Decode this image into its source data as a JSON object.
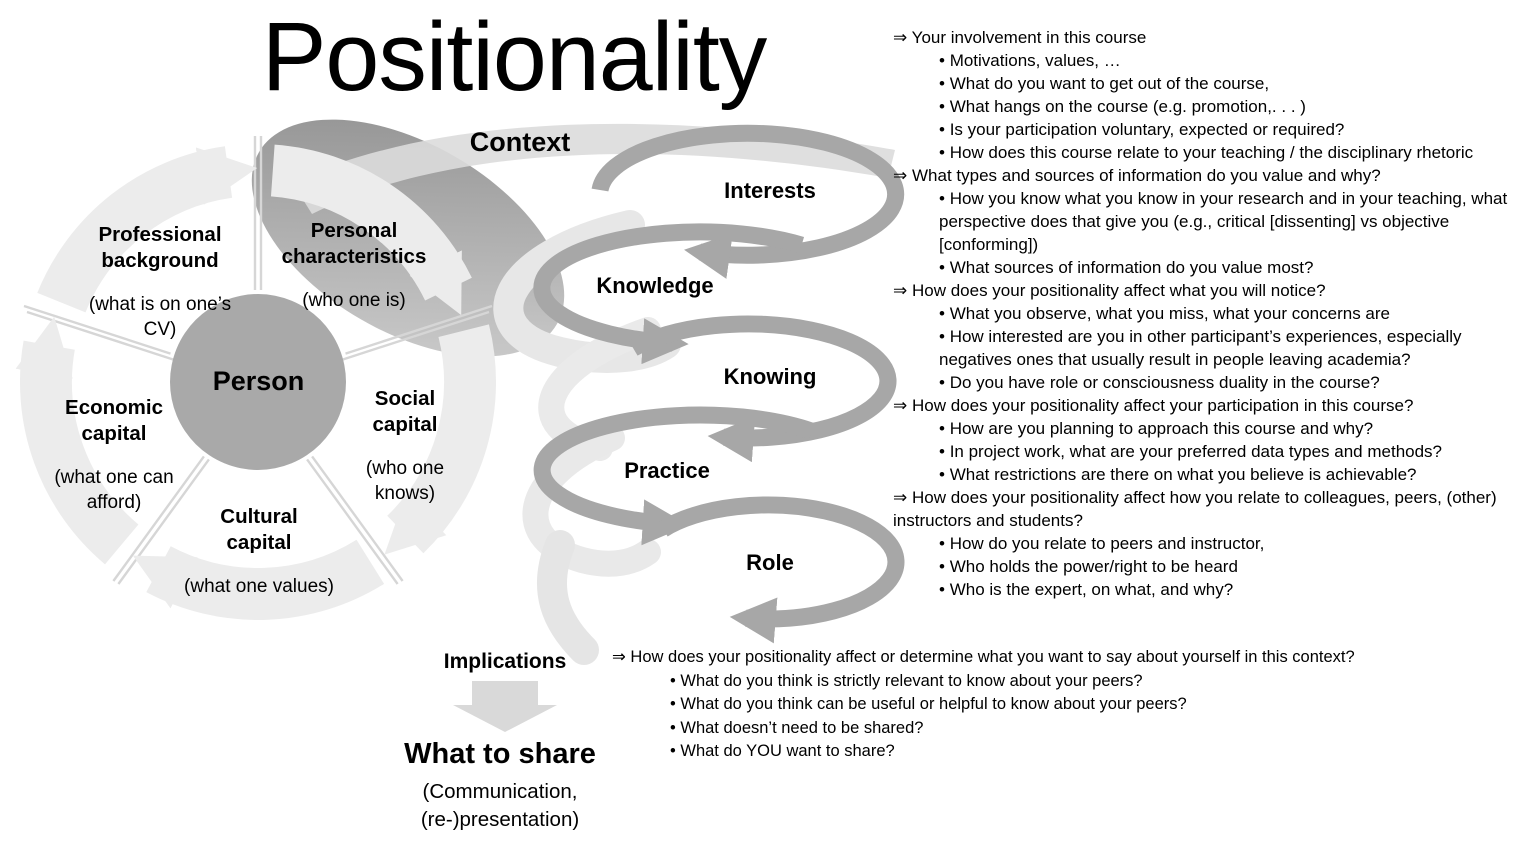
{
  "title": "Positionality",
  "glyphs": {
    "section_arrow": "⇒",
    "bullet": "•"
  },
  "colors": {
    "spiral_gray": "#a7a7a7",
    "ring_gray": "#ececec",
    "person_circle_gray": "#a9a9a9",
    "funnel_band_gray": "#dcdcdc",
    "funnel_light_gray": "#e9e9e9",
    "block_arrow_gray": "#d9d9d9",
    "text_black": "#000000"
  },
  "wheel": {
    "center_label": "Person",
    "segments": [
      {
        "title": "Professional\nbackground",
        "subtitle": "(what is on one’s\nCV)"
      },
      {
        "title": "Personal\ncharacteristics",
        "subtitle": "(who one is)"
      },
      {
        "title": "Social\ncapital",
        "subtitle": "(who one\nknows)"
      },
      {
        "title": "Cultural\ncapital",
        "subtitle": "(what one values)"
      },
      {
        "title": "Economic\ncapital",
        "subtitle": "(what one can\nafford)"
      }
    ]
  },
  "funnel": {
    "context_label": "Context",
    "levels": [
      {
        "label": "Interests"
      },
      {
        "label": "Knowledge"
      },
      {
        "label": "Knowing"
      },
      {
        "label": "Practice"
      },
      {
        "label": "Role"
      }
    ]
  },
  "implications": {
    "label": "Implications",
    "share_title": "What to share",
    "share_subtitle": "(Communication,\n(re-)presentation)"
  },
  "right_column": {
    "sections": [
      {
        "heading": "Your involvement in this course",
        "bullets": [
          "Motivations, values, …",
          "What do you want to get out of the course,",
          "What hangs on the course (e.g. promotion,. . . )",
          "Is your participation voluntary, expected or required?",
          "How does this course relate to your teaching / the disciplinary rhetoric"
        ]
      },
      {
        "heading": "What types and sources of information do you value and why?",
        "bullets": [
          "How you know what you know in your research and in your teaching, what perspective does that give you (e.g., critical [dissenting] vs objective [conforming])",
          "What sources of information do you value most?"
        ]
      },
      {
        "heading": "How does your positionality affect what you will notice?",
        "bullets": [
          "What you observe, what you miss, what your concerns are",
          "How interested are you in other participant’s experiences, especially negatives ones that usually result in people leaving academia?",
          "Do you have role or consciousness duality in the course?"
        ]
      },
      {
        "heading": "How does your positionality affect your participation in this course?",
        "bullets": [
          "How are you planning to approach this course and why?",
          "In project work, what are your preferred data types and methods?",
          "What restrictions are there on what you believe is achievable?"
        ]
      },
      {
        "heading": "How does your positionality affect how you relate to colleagues, peers, (other) instructors and students?",
        "bullets": [
          "How do you relate to peers and instructor,",
          "Who holds the power/right to be heard",
          "Who is the expert, on what, and why?"
        ]
      }
    ]
  },
  "bottom_section": {
    "heading": "How does your positionality affect or determine what you want to say about yourself in this context?",
    "bullets": [
      "What do you think is strictly relevant to know about your peers?",
      "What do you think can be useful or helpful to know about your peers?",
      "What doesn’t need to be shared?",
      "What do YOU want to share?"
    ]
  }
}
